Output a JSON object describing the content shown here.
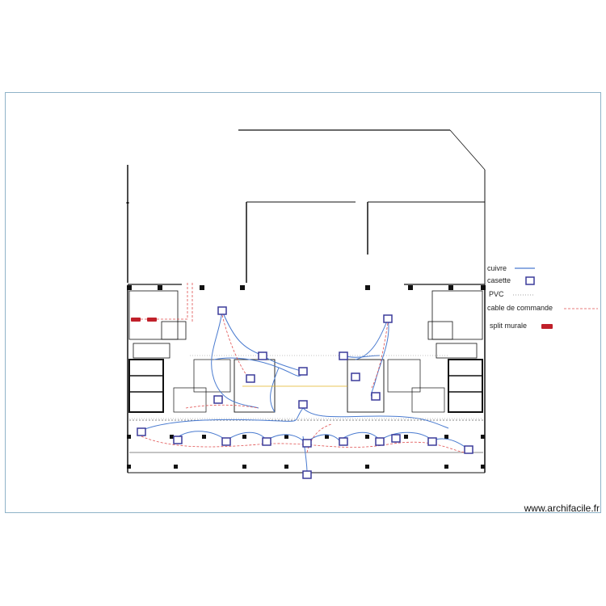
{
  "legend": {
    "items": [
      {
        "label": "cuivre",
        "symbol": "copper-line",
        "color": "#4a7bd0"
      },
      {
        "label": "casette",
        "symbol": "cassette-unit",
        "color": "#3b3b9a"
      },
      {
        "label": "PVC",
        "symbol": "pvc-dotted-line",
        "color": "#888888"
      },
      {
        "label": "cable de commande",
        "symbol": "control-cable-dashed",
        "color": "#e05050"
      },
      {
        "label": "split murale",
        "symbol": "wall-split-unit",
        "color": "#c0202a"
      }
    ]
  },
  "watermark": "www.archifacile.fr",
  "colors": {
    "frame": "#8fb3c8",
    "walls": "#111111",
    "copper": "#4a7bd0",
    "cable": "#e05050",
    "cassette": "#3b3b9a",
    "split": "#c0202a",
    "yellow_line": "#e0b020"
  }
}
